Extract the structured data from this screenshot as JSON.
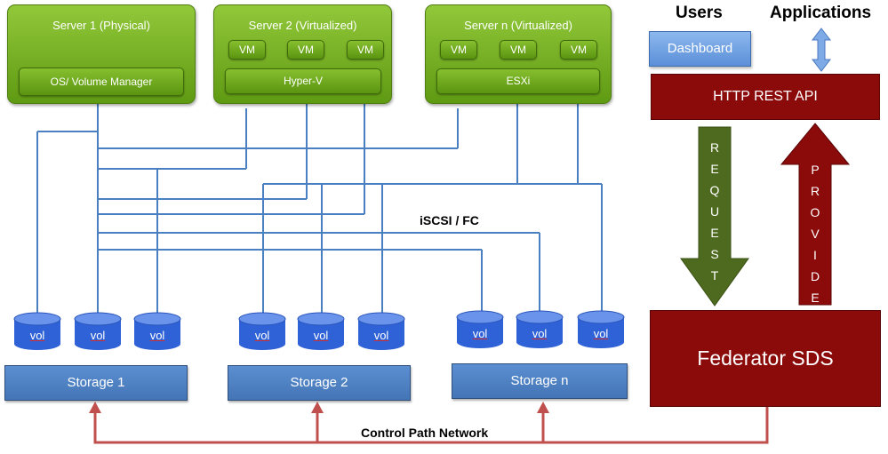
{
  "servers": [
    {
      "title": "Server 1 (Physical)",
      "layer": "OS/ Volume Manager",
      "vms": []
    },
    {
      "title": "Server 2 (Virtualized)",
      "layer": "Hyper-V",
      "vms": [
        "VM",
        "VM",
        "VM"
      ]
    },
    {
      "title": "Server n (Virtualized)",
      "layer": "ESXi",
      "vms": [
        "VM",
        "VM",
        "VM"
      ]
    }
  ],
  "network_label": "iSCSI / FC",
  "volume_label": "vol",
  "storages": [
    "Storage 1",
    "Storage 2",
    "Storage n"
  ],
  "control_path_label": "Control Path Network",
  "users_label": "Users",
  "applications_label": "Applications",
  "dashboard_label": "Dashboard",
  "api_label": "HTTP REST API",
  "request_label": "REQUEST",
  "provide_label": "PROVIDE",
  "federator_label": "Federator SDS",
  "colors": {
    "server_green": "#6aa51c",
    "storage_blue": "#4a7dbf",
    "network_line": "#4a7fc1",
    "control_red": "#c0504d",
    "dark_red": "#8b0a0a",
    "request_green": "#4e6a1f"
  }
}
